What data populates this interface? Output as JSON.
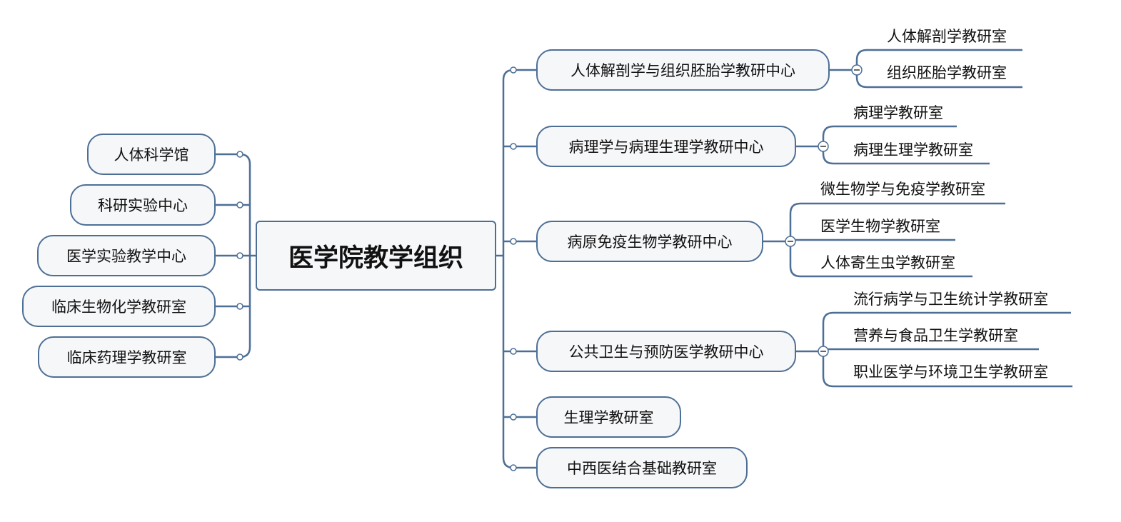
{
  "root": {
    "label": "医学院教学组织"
  },
  "left": [
    {
      "label": "人体科学馆"
    },
    {
      "label": "科研实验中心"
    },
    {
      "label": "医学实验教学中心"
    },
    {
      "label": "临床生物化学教研室"
    },
    {
      "label": "临床药理学教研室"
    }
  ],
  "right": [
    {
      "label": "人体解剖学与组织胚胎学教研中心",
      "children": [
        "人体解剖学教研室",
        "组织胚胎学教研室"
      ]
    },
    {
      "label": "病理学与病理生理学教研中心",
      "children": [
        "病理学教研室",
        "病理生理学教研室"
      ]
    },
    {
      "label": "病原免疫生物学教研中心",
      "children": [
        "微生物学与免疫学教研室",
        "医学生物学教研室",
        "人体寄生虫学教研室"
      ]
    },
    {
      "label": "公共卫生与预防医学教研中心",
      "children": [
        "流行病学与卫生统计学教研室",
        "营养与食品卫生学教研室",
        "职业医学与环境卫生学教研室"
      ]
    },
    {
      "label": "生理学教研室",
      "children": []
    },
    {
      "label": "中西医结合基础教研室",
      "children": []
    }
  ],
  "colors": {
    "line": "#4d6f96",
    "fill": "#f6f7f9",
    "text": "#111111"
  },
  "icons": {
    "collapse": "minus-circle-icon",
    "connector": "connector-dot-icon"
  }
}
